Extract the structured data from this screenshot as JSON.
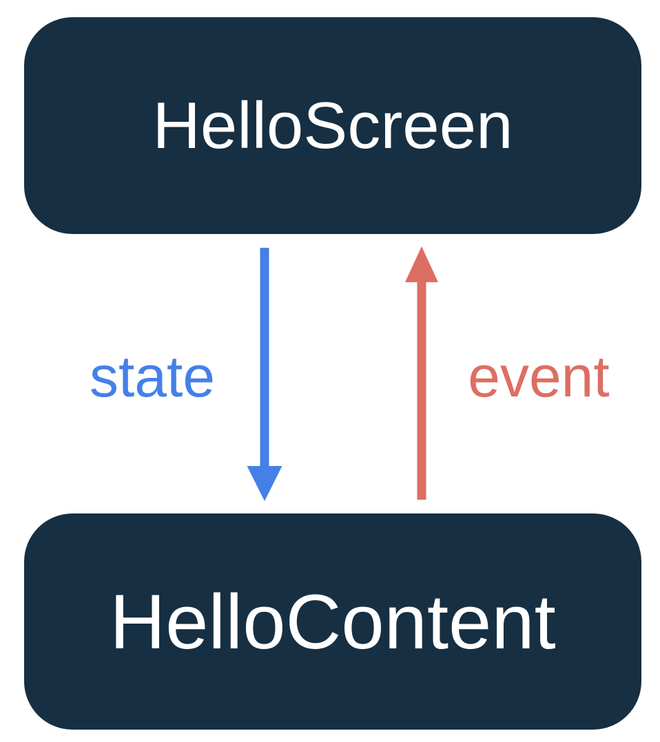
{
  "diagram": {
    "title": "state hoisting diagram",
    "top_box_label": "HelloScreen",
    "bottom_box_label": "HelloContent",
    "state_label": "state",
    "event_label": "event",
    "state_arrow_direction": "down",
    "event_arrow_direction": "up"
  },
  "colors": {
    "box_navy": "#172F42",
    "state_blue": "#4580E8",
    "event_red": "#DD6E62",
    "box_text": "#FFFFFF",
    "background": "#FFFFFF"
  }
}
